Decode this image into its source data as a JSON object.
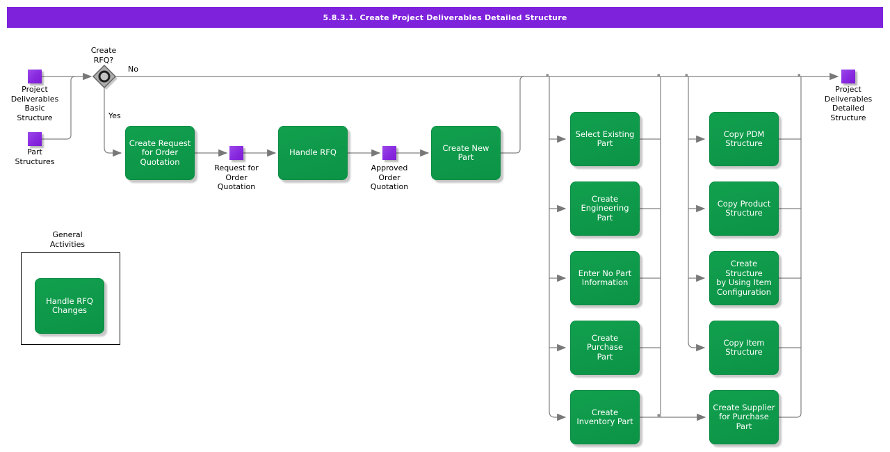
{
  "header": {
    "title": "5.8.3.1. Create Project Deliverables Detailed Structure"
  },
  "colors": {
    "header_bg": "#7E22DC",
    "activity_green": "#0D9848",
    "event_purple": "#8A2EE1",
    "connector_gray": "#808080"
  },
  "decision": {
    "question": "Create\nRFQ?",
    "branch_no": "No",
    "branch_yes": "Yes"
  },
  "events": {
    "project_deliverables_basic": "Project\nDeliverables\nBasic\nStructure",
    "part_structures": "Part\nStructures",
    "request_for_order_quotation": "Request for\nOrder\nQuotation",
    "approved_order_quotation": "Approved\nOrder\nQuotation",
    "project_deliverables_detailed": "Project\nDeliverables\nDetailed\nStructure"
  },
  "activities": {
    "create_request_for_order_quotation": "Create Request\nfor Order\nQuotation",
    "handle_rfq": "Handle RFQ",
    "create_new_part": "Create New Part",
    "handle_rfq_changes": "Handle RFQ\nChanges"
  },
  "general_activities": {
    "label": "General\nActivities"
  },
  "part_creation_options": [
    "Select Existing\nPart",
    "Create\nEngineering Part",
    "Enter No Part\nInformation",
    "Create Purchase\nPart",
    "Create\nInventory Part"
  ],
  "structure_options": [
    "Copy PDM\nStructure",
    "Copy Product\nStructure",
    "Create Structure\nby Using Item\nConfiguration",
    "Copy Item\nStructure",
    "Create Supplier\nfor Purchase\nPart"
  ]
}
